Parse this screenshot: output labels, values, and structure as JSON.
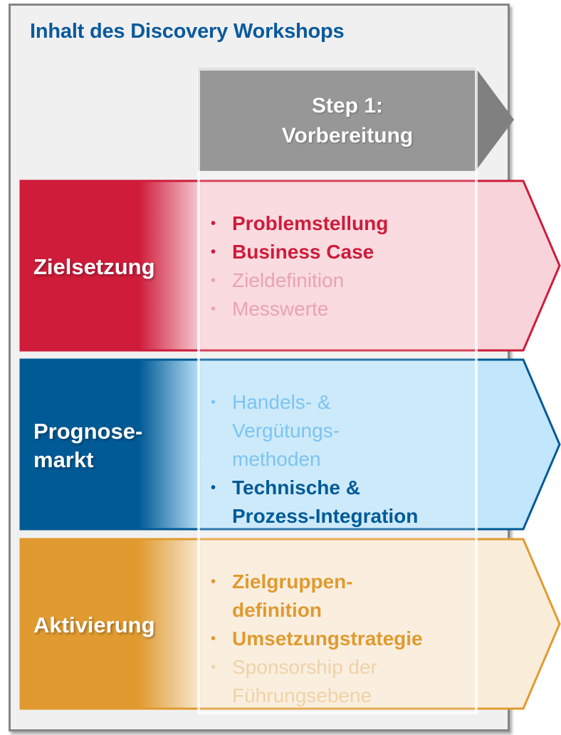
{
  "title": "Inhalt des Discovery Workshops",
  "step": {
    "line1": "Step 1:",
    "line2": "Vorbereitung",
    "color": "#808080"
  },
  "rows": [
    {
      "label_lines": [
        "Zielsetzung"
      ],
      "color": "#ce1c3a",
      "light": "#f8d3da",
      "faded": "#eaa3b0",
      "items": [
        {
          "lines": [
            "Problemstellung"
          ],
          "active": true
        },
        {
          "lines": [
            "Business Case"
          ],
          "active": true
        },
        {
          "lines": [
            "Zieldefinition"
          ],
          "active": false
        },
        {
          "lines": [
            "Messwerte"
          ],
          "active": false
        }
      ]
    },
    {
      "label_lines": [
        "Prognose-",
        "markt"
      ],
      "color": "#005a96",
      "light": "#c2e6fb",
      "faded": "#7cc4f0",
      "items": [
        {
          "lines": [
            "Handels- &",
            "Vergütungs-",
            "methoden"
          ],
          "active": false
        },
        {
          "lines": [
            "Technische &",
            "Prozess-Integration"
          ],
          "active": true
        }
      ]
    },
    {
      "label_lines": [
        "Aktivierung"
      ],
      "color": "#e09a30",
      "light": "#f9ecd8",
      "faded": "#f0d2a8",
      "items": [
        {
          "lines": [
            "Zielgruppen-",
            "definition"
          ],
          "active": true
        },
        {
          "lines": [
            "Umsetzungstrategie"
          ],
          "active": true
        },
        {
          "lines": [
            "Sponsorship der",
            "Führungsebene"
          ],
          "active": false
        }
      ]
    }
  ]
}
